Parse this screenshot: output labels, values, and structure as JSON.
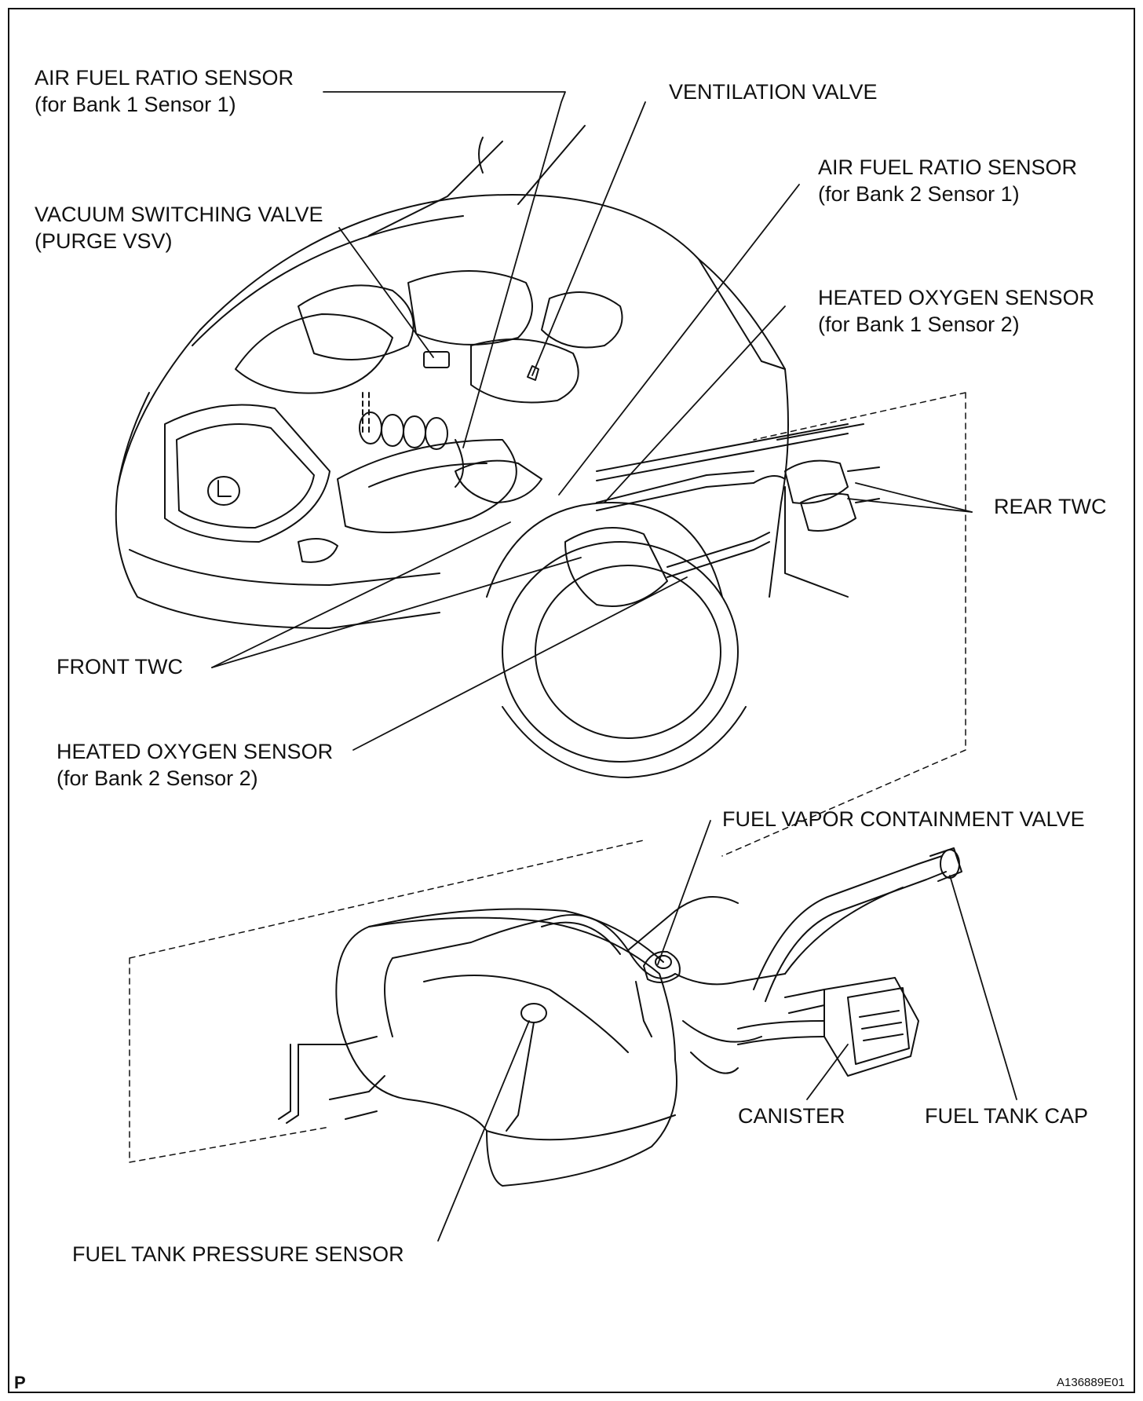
{
  "labels": {
    "afr_b1s1": {
      "title": "AIR FUEL RATIO SENSOR",
      "sub": "(for Bank 1 Sensor 1)"
    },
    "ventilation_valve": {
      "title": "VENTILATION VALVE"
    },
    "afr_b2s1": {
      "title": "AIR FUEL RATIO SENSOR",
      "sub": "(for Bank 2 Sensor 1)"
    },
    "vsv": {
      "title": "VACUUM SWITCHING VALVE",
      "sub": "(PURGE VSV)"
    },
    "ho2_b1s2": {
      "title": "HEATED OXYGEN SENSOR",
      "sub": "(for Bank 1 Sensor 2)"
    },
    "rear_twc": {
      "title": "REAR TWC"
    },
    "front_twc": {
      "title": "FRONT TWC"
    },
    "ho2_b2s2": {
      "title": "HEATED OXYGEN SENSOR",
      "sub": "(for Bank 2 Sensor 2)"
    },
    "fvcv": {
      "title": "FUEL VAPOR CONTAINMENT VALVE"
    },
    "canister": {
      "title": "CANISTER"
    },
    "fuel_tank_cap": {
      "title": "FUEL TANK CAP"
    },
    "ftps": {
      "title": "FUEL TANK PRESSURE SENSOR"
    }
  },
  "corner_mark": "P",
  "figure_code": "A136889E01"
}
